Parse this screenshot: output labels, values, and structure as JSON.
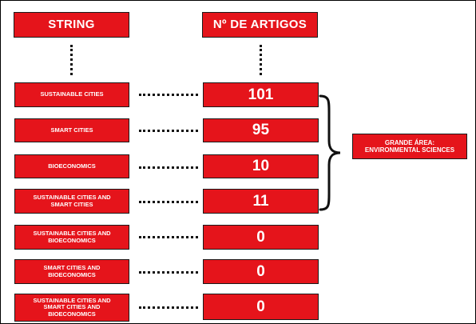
{
  "headers": {
    "string": "STRING",
    "count": "Nº DE ARTIGOS"
  },
  "rows": [
    {
      "string": "SUSTAINABLE CITIES",
      "count": "101"
    },
    {
      "string": "SMART CITIES",
      "count": "95"
    },
    {
      "string": "BIOECONOMICS",
      "count": "10"
    },
    {
      "string": "SUSTAINABLE CITIES AND SMART CITIES",
      "count": "11"
    },
    {
      "string": "SUSTAINABLE CITIES AND BIOECONOMICS",
      "count": "0"
    },
    {
      "string": "SMART CITIES AND BIOECONOMICS",
      "count": "0"
    },
    {
      "string": "SUSTAINABLE CITIES AND SMART CITIES AND BIOECONOMICS",
      "count": "0"
    }
  ],
  "grande_area": "GRANDE ÁREA: ENVIRONMENTAL SCIENCES",
  "colors": {
    "box_fill": "#e5141b",
    "text": "#ffffff",
    "dots": "#111111"
  }
}
